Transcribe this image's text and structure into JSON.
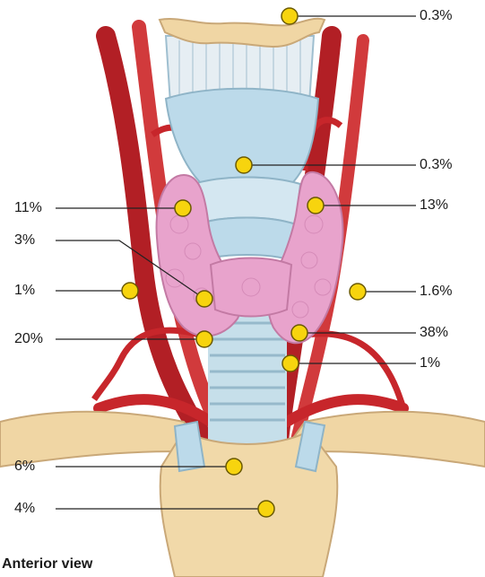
{
  "caption": "Anterior view",
  "callouts": [
    {
      "id": "hyoid",
      "label": "0.3%"
    },
    {
      "id": "thyroid-cartilage",
      "label": "0.3%"
    },
    {
      "id": "right-upper-pole",
      "label": "11%"
    },
    {
      "id": "left-upper-pole",
      "label": "13%"
    },
    {
      "id": "isthmus-right",
      "label": "3%"
    },
    {
      "id": "right-lateral",
      "label": "1%"
    },
    {
      "id": "left-lateral",
      "label": "1.6%"
    },
    {
      "id": "right-lower-pole",
      "label": "20%"
    },
    {
      "id": "left-lower-pole",
      "label": "38%"
    },
    {
      "id": "left-inferior-trachea",
      "label": "1%"
    },
    {
      "id": "mediastinum-upper",
      "label": "6%"
    },
    {
      "id": "mediastinum-lower",
      "label": "4%"
    }
  ],
  "colors": {
    "artery": "#c7262b",
    "thyroid": "#e8a3cc",
    "cartilage": "#bcdaea",
    "bone": "#f0d6a4",
    "marker": "#f7d40e"
  }
}
